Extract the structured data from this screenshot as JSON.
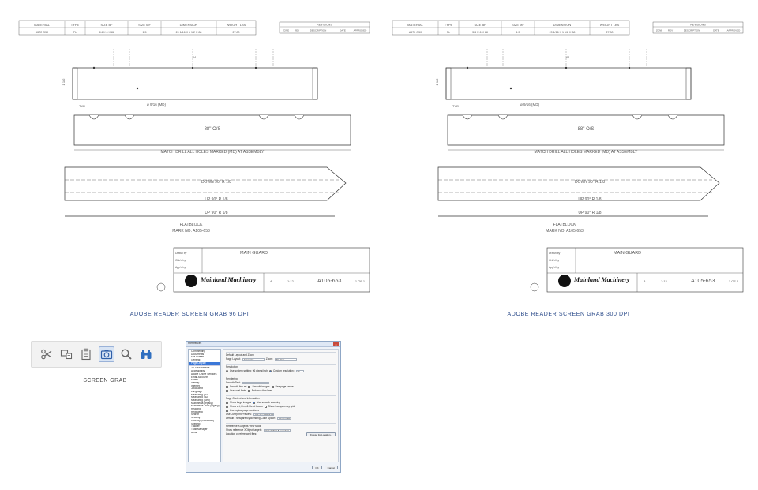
{
  "left_drawing": {
    "caption": "ADOBE READER SCREEN GRAB 96 DPI",
    "header_labels": [
      "MATERIAL",
      "TYPE",
      "SIZE BF",
      "SIZE MF",
      "DIMENSION",
      "WEIGHT LBS"
    ],
    "header_values": [
      "A572 G50",
      "FL",
      "3/4 X 6 X 88",
      "1.5",
      "20 1/16 X 1 1/2 X 88",
      "27.80"
    ],
    "revisions_title": "REVISIONS",
    "revisions_cols": [
      "ZONE",
      "REV",
      "DESCRIPTION",
      "DATE",
      "APPROVED"
    ],
    "dim_length": "88\" O/S",
    "note_match_drill": "MATCH DRILL ALL HOLES MARKED (MD) AT ASSEMBLY",
    "note_flatblock": "FLATBLOCK",
    "note_mark": "MARK NO. A105-653",
    "label_down": "DOWN 90° R 1/8",
    "label_up": "UP 90° R 1/8",
    "typ": "TYP",
    "hole": "ø 9/16 (MD)",
    "dim_top": "1 1/2",
    "dim_center": "44",
    "part_name": "MAIN GUARD",
    "logo": "Mainland Machinery",
    "drawing_no": "A105-653",
    "rev": "A",
    "scale": "1:12",
    "sheet": "1 OF 1",
    "table_rows": [
      "Drawn by",
      "Chk'd by",
      "App'd by"
    ]
  },
  "right_drawing": {
    "caption": "ADOBE READER SCREEN GRAB 300 DPI",
    "header_labels": [
      "MATERIAL",
      "TYPE",
      "SIZE BF",
      "SIZE MF",
      "DIMENSION",
      "WEIGHT LBS"
    ],
    "header_values": [
      "A572 G50",
      "FL",
      "3/4 X 6 X 88",
      "1.5",
      "20 1/16 X 1 1/2 X 88",
      "27.80"
    ],
    "revisions_title": "REVISIONS",
    "revisions_cols": [
      "ZONE",
      "REV",
      "DESCRIPTION",
      "DATE",
      "APPROVED"
    ],
    "dim_length": "88\" O/S",
    "note_match_drill": "MATCH DRILL ALL HOLES MARKED (MD) AT ASSEMBLY",
    "note_flatblock": "FLATBLOCK",
    "note_mark": "MARK NO. A105-653",
    "label_down": "DOWN 90° R 1/8",
    "label_up": "UP 90° R 1/8",
    "typ": "TYP",
    "hole": "ø 9/16 (MD)",
    "dim_top": "1 1/2",
    "dim_center": "44",
    "part_name": "MAIN GUARD",
    "logo": "Mainland Machinery",
    "drawing_no": "A105-653",
    "rev": "A",
    "scale": "1:12",
    "sheet": "1 OF 2",
    "table_rows": [
      "Drawn by",
      "Chk'd by",
      "App'd by"
    ]
  },
  "toolbar": {
    "icons": [
      "scissors-icon",
      "select-icon",
      "clipboard-icon",
      "camera-icon",
      "search-icon",
      "binoculars-icon"
    ],
    "label": "SCREEN GRAB"
  },
  "dialog": {
    "title": "Preferences",
    "close": "×",
    "categories": [
      "Commenting",
      "Documents",
      "Full Screen",
      "General",
      "Page Display",
      "3D & Multimedia",
      "Accessibility",
      "Adobe Online Services",
      "Email Accounts",
      "Forms",
      "Identity",
      "Internet",
      "JavaScript",
      "Language",
      "Measuring (2D)",
      "Measuring (3D)",
      "Measuring (Geo)",
      "Multimedia (legacy)",
      "Multimedia Trust (legacy)",
      "Reading",
      "Reviewing",
      "Search",
      "Security",
      "Security (Enhanced)",
      "Spelling",
      "Tracker",
      "Trust Manager",
      "Units"
    ],
    "selected_category": "Page Display",
    "section_default_layout": "Default Layout and Zoom",
    "page_layout_label": "Page Layout:",
    "page_layout_value": "Automatic",
    "zoom_label": "Zoom:",
    "zoom_value": "Fit Page",
    "section_resolution": "Resolution",
    "use_system": "Use system setting: 96 pixels/inch",
    "custom_res": "Custom resolution:",
    "custom_value": "96",
    "section_rendering": "Rendering",
    "smooth_text": "Smooth Text:",
    "smooth_value": "For Laptop/LCD screens",
    "smooth_line": "Smooth line art",
    "smooth_images": "Smooth images",
    "cache": "Use page cache",
    "local_fonts": "Use local fonts",
    "enhance": "Enhance thin lines",
    "section_content": "Page Content and Information",
    "large_images": "Show large images",
    "smooth_zoom": "Use smooth zooming",
    "art_trim": "Show art, trim, & bleed boxes",
    "transparency": "Show transparency grid",
    "logical_page": "Use logical page numbers",
    "overprint_label": "Use Overprint Preview:",
    "overprint_value": "Only For PDF/X Files",
    "ref_label": "Default Transparency Blending Color Space:",
    "ref_value": "Working RGB",
    "section_xobjects": "Reference XObjects View Mode",
    "xobj_label": "Show reference XObject targets:",
    "xobj_value": "Only PDF/X-5 compliant ones",
    "loc_label": "Location of referenced files:",
    "browse": "Browse for Location...",
    "ok": "OK",
    "cancel": "Cancel"
  }
}
